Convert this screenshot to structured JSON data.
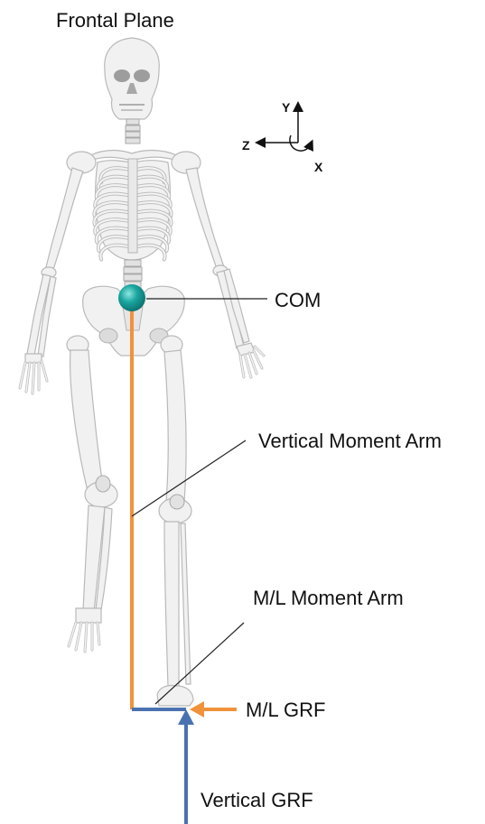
{
  "title": "Frontal Plane",
  "axes": {
    "y_label": "Y",
    "z_label": "Z",
    "x_label": "X"
  },
  "labels": {
    "com": "COM",
    "vertical_moment_arm": "Vertical Moment Arm",
    "ml_moment_arm": "M/L Moment Arm",
    "ml_grf": "M/L GRF",
    "vertical_grf": "Vertical GRF"
  },
  "colors": {
    "orange": "#f0923a",
    "blue": "#4a72b0",
    "com_marker": "#1aa6a0",
    "bone": "#f1f1f1"
  }
}
